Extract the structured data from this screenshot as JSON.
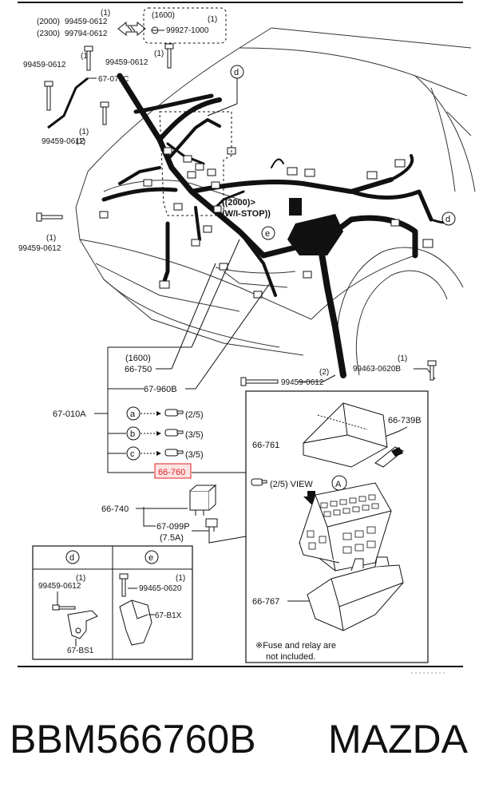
{
  "top_callout": {
    "left_lines": [
      {
        "variant": "(2000)",
        "part": "99459-0612",
        "qty": "(1)"
      },
      {
        "variant": "(2300)",
        "part": "99794-0612",
        "qty": ""
      }
    ],
    "box_variant": "(1600)",
    "box_part": "99927-1000",
    "box_qty": "(1)"
  },
  "labels": {
    "b1_part": "99459-0612",
    "b1_qty": "(1)",
    "b2_part": "99459-0612",
    "b2_qty": "(1)",
    "b3_part": "67-071C",
    "b4_part": "99459-0612",
    "b4_qty": "(1)",
    "b5_part": "99459-0612",
    "b5_qty": "(1)",
    "wstop_line1": "((2000)>",
    "wstop_line2": "(W/I-STOP))",
    "p66750_variant": "(1600)",
    "p66750": "66-750",
    "p67960b": "67-960B",
    "p67010a": "67-010A",
    "b6_part": "99459-0612",
    "b6_qty": "(2)",
    "b7_part": "99463-0620B",
    "b7_qty": "(1)",
    "p66761": "66-761",
    "p66739b": "66-739B",
    "p66760": "66-760",
    "p66740": "66-740",
    "p67099p": "67-099P",
    "p67099p_rating": "(7.5A)",
    "view_text": "(2/5) VIEW",
    "view_letter": "A",
    "p66767": "66-767",
    "note_line1": "※Fuse and relay are",
    "note_line2": "not included."
  },
  "connectors": [
    {
      "letter": "a",
      "ref": "(2/5)"
    },
    {
      "letter": "b",
      "ref": "(3/5)"
    },
    {
      "letter": "c",
      "ref": "(3/5)"
    }
  ],
  "callouts": {
    "d": "d",
    "e": "e"
  },
  "detail_d": {
    "letter": "d",
    "bolt_part": "99459-0612",
    "bolt_qty": "(1)",
    "bracket_part": "67-BS1"
  },
  "detail_e": {
    "letter": "e",
    "bolt_part": "99465-0620",
    "bolt_qty": "(1)",
    "bracket_part": "67-B1X"
  },
  "footer": {
    "part_number": "BBM566760B",
    "brand": "MAZDA"
  }
}
